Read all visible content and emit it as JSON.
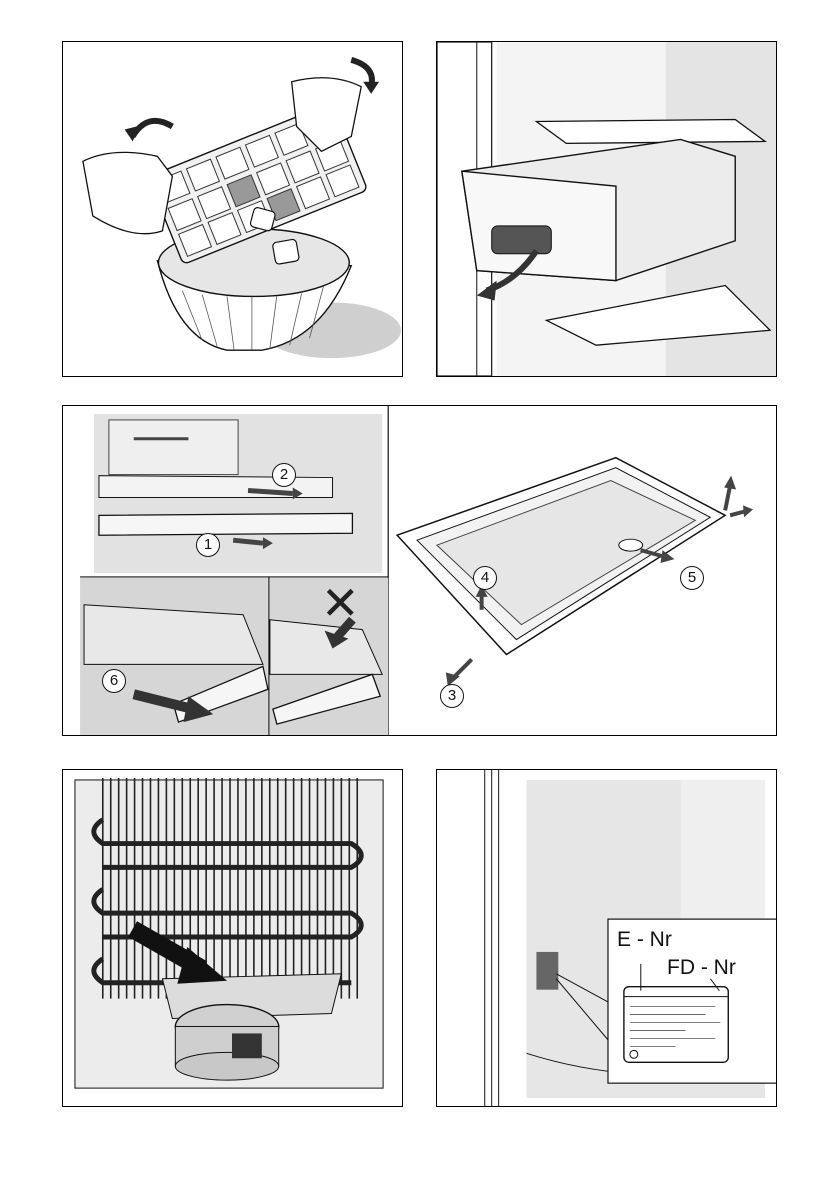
{
  "panels": {
    "ice_tray": {
      "icon": "ice-cube-tray"
    },
    "freezer_drawer": {
      "icon": "freezer-drawer"
    },
    "shelf_removal": {
      "steps": {
        "s1": "1",
        "s2": "2",
        "s3": "3",
        "s4": "4",
        "s5": "5",
        "s6": "6"
      },
      "wrong_mark": "✕"
    },
    "condenser": {
      "icon": "compressor-arrow"
    },
    "rating_plate": {
      "e_nr": "E - Nr",
      "fd_nr": "FD - Nr"
    }
  },
  "colors": {
    "line": "#111111",
    "shade": "#d9d9d9",
    "dark_shade": "#9a9a9a",
    "arrow": "#333333"
  }
}
